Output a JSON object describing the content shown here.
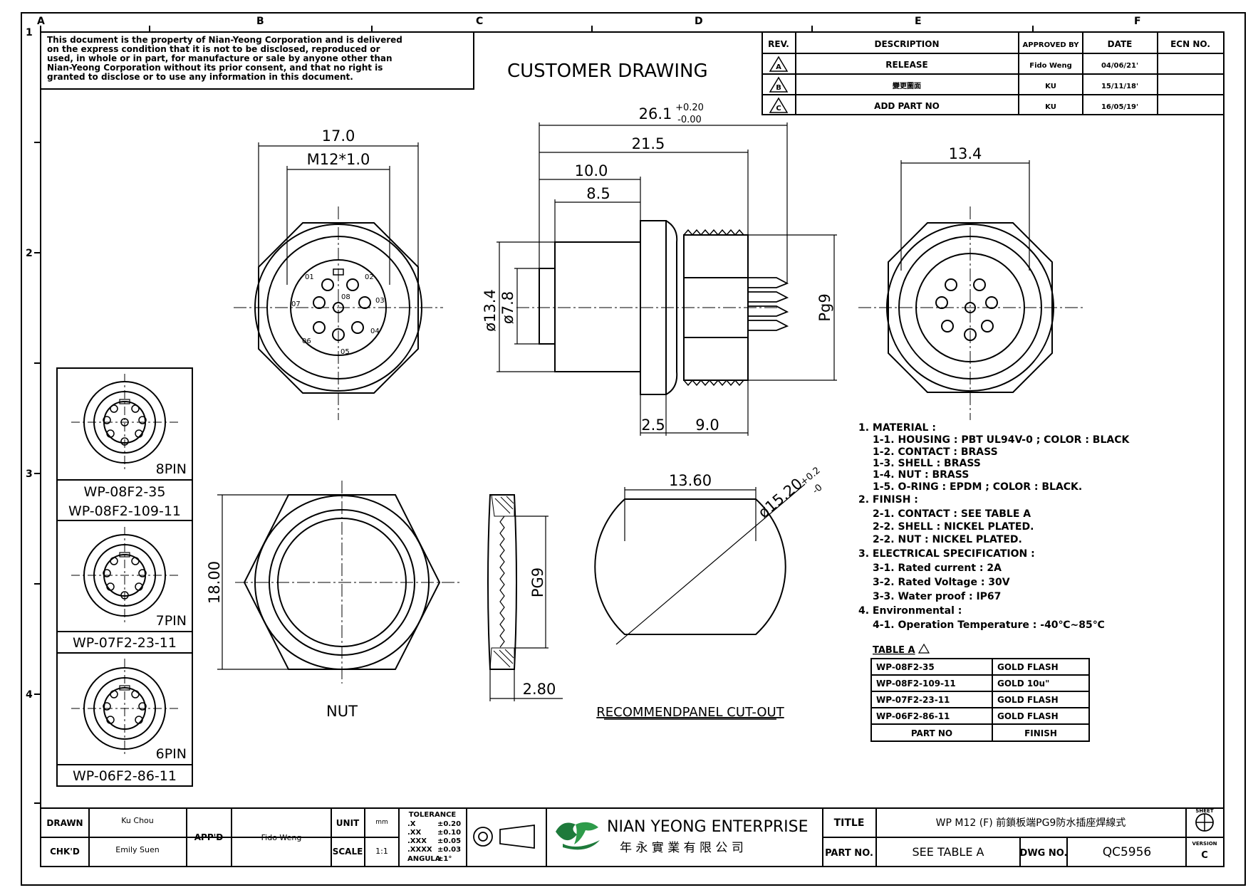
{
  "notice": [
    "This document is the property of Nian-Yeong Corporation and is delivered",
    "on  the  express condition that it is not to be disclosed, reproduced or",
    "used, in whole or in part, for manufacture or sale by anyone other than",
    "Nian-Yeong Corporation without  its prior consent, and that  no right  is",
    "granted to disclose or to use any information in this  document."
  ],
  "heading": "CUSTOMER  DRAWING",
  "grid": {
    "cols": [
      "A",
      "B",
      "C",
      "D",
      "E",
      "F"
    ],
    "rows": [
      "1",
      "2",
      "3",
      "4"
    ]
  },
  "revisions": {
    "headers": [
      "REV.",
      "DESCRIPTION",
      "APPROVED BY",
      "DATE",
      "ECN NO."
    ],
    "rows": [
      {
        "rev": "A",
        "description": "RELEASE",
        "approved": "Fido Weng",
        "date": "04/06/21'",
        "ecn": ""
      },
      {
        "rev": "B",
        "description": "變更圖面",
        "approved": "KU",
        "date": "15/11/18'",
        "ecn": ""
      },
      {
        "rev": "C",
        "description": "ADD PART NO",
        "approved": "KU",
        "date": "16/05/19'",
        "ecn": ""
      }
    ]
  },
  "dims": {
    "front_outer": "17.0",
    "front_thread": "M12*1.0",
    "pins": [
      "01",
      "02",
      "03",
      "04",
      "05",
      "06",
      "07",
      "08"
    ],
    "overall": "26.1",
    "overall_tol_plus": "+0.20",
    "overall_tol_minus": "-0.00",
    "d21": "21.5",
    "d10": "10.0",
    "d85": "8.5",
    "dia134": "ø13.4",
    "dia78": "ø7.8",
    "pg9_side": "Pg9",
    "d25": "2.5",
    "d90": "9.0",
    "rear_width": "13.4",
    "nut_height": "18.00",
    "nut_pg9": "PG9",
    "nut_thick": "2.80",
    "nut_label": "NUT",
    "cut_width": "13.60",
    "cut_dia": "ø15.20",
    "cut_tol_plus": "+0.2",
    "cut_tol_minus": "-0",
    "cut_label": "RECOMMENDPANEL CUT-OUT"
  },
  "variants": [
    {
      "pin_label": "8PIN",
      "parts": [
        "WP-08F2-35",
        "WP-08F2-109-11"
      ]
    },
    {
      "pin_label": "7PIN",
      "parts": [
        "WP-07F2-23-11"
      ]
    },
    {
      "pin_label": "6PIN",
      "parts": [
        "WP-06F2-86-11"
      ]
    }
  ],
  "notes": [
    "1. MATERIAL :",
    "1-1. HOUSING : PBT UL94V-0 ; COLOR : BLACK",
    "1-2. CONTACT : BRASS",
    "1-3. SHELL : BRASS",
    "1-4. NUT : BRASS",
    "1-5. O-RING : EPDM ; COLOR : BLACK.",
    "2. FINISH :",
    "2-1. CONTACT : SEE TABLE A",
    "2-2. SHELL : NICKEL PLATED.",
    "2-2. NUT : NICKEL PLATED.",
    "3. ELECTRICAL SPECIFICATION :",
    "3-1. Rated current : 2A",
    "3-2. Rated Voltage : 30V",
    "3-3. Water proof : IP67",
    "4. Environmental :",
    "4-1. Operation Temperature : -40℃~85℃"
  ],
  "table_a": {
    "title": "TABLE A",
    "rows": [
      {
        "part": "WP-08F2-35",
        "finish": "GOLD FLASH"
      },
      {
        "part": "WP-08F2-109-11",
        "finish": "GOLD 10u\""
      },
      {
        "part": "WP-07F2-23-11",
        "finish": "GOLD FLASH"
      },
      {
        "part": "WP-06F2-86-11",
        "finish": "GOLD FLASH"
      }
    ],
    "footer": {
      "part": "PART NO",
      "finish": "FINISH"
    }
  },
  "title_block": {
    "drawn_label": "DRAWN",
    "drawn": "Ku Chou",
    "chkd_label": "CHK'D",
    "chkd": "Emily Suen",
    "appd_label": "APP'D",
    "appd": "Fido Weng",
    "unit_label": "UNIT",
    "unit": "mm",
    "scale_label": "SCALE",
    "scale": "1:1",
    "tolerance_label": "TOLERANCE",
    "tolerances": [
      {
        "k": ".X",
        "v": "±0.20"
      },
      {
        "k": ".XX",
        "v": "±0.10"
      },
      {
        "k": ".XXX",
        "v": "±0.05"
      },
      {
        "k": ".XXXX",
        "v": "±0.03"
      },
      {
        "k": "ANGULA",
        "v": "±1°"
      }
    ],
    "company": "NIAN YEONG ENTERPRISE",
    "company_cn": "年 永 實 業 有 限 公 司",
    "title_label": "TITLE",
    "title": "WP  M12  (F)  前鎖板端PG9防水插座焊線式",
    "partno_label": "PART NO.",
    "partno": "SEE  TABLE  A",
    "dwgno_label": "DWG NO.",
    "dwgno": "QC5956",
    "sheet_label": "SHEET",
    "version_label": "VERSION",
    "version": "C"
  }
}
